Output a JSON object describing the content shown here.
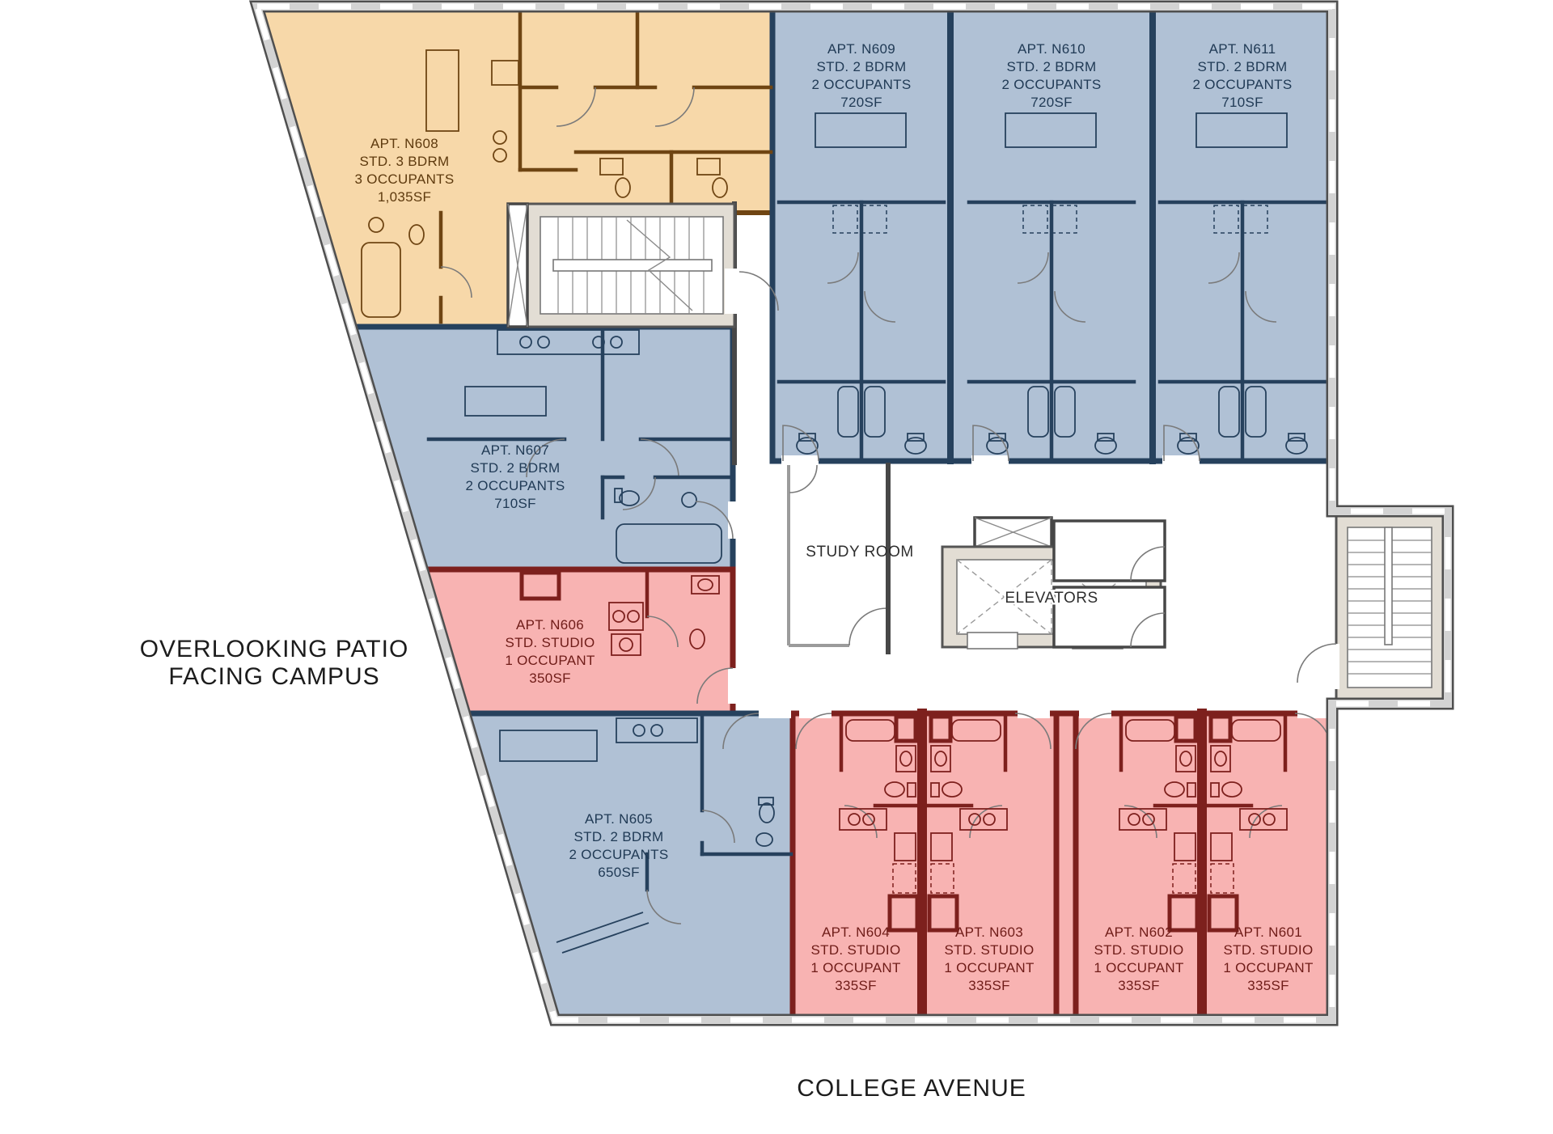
{
  "colors": {
    "unit3_fill": "#f7d8a9",
    "unit3_wall": "#6f4513",
    "unit3_text": "#5e3a0e",
    "unit2_fill": "#b0c1d5",
    "unit2_wall": "#26415d",
    "unit2_text": "#203a55",
    "studio_fill": "#f8b3b2",
    "studio_wall": "#7d201d",
    "studio_text": "#6f1c18",
    "core_wall": "#474747",
    "concrete": "#e2ddd4",
    "partition_glass": "#9b9b9b",
    "annotation_text": "#1c1c1c"
  },
  "apartments": [
    {
      "unit": "APT. N608",
      "type": "STD. 3 BDRM",
      "occupancy": "3 OCCUPANTS",
      "area": "1,035SF"
    },
    {
      "unit": "APT. N609",
      "type": "STD. 2 BDRM",
      "occupancy": "2 OCCUPANTS",
      "area": "720SF"
    },
    {
      "unit": "APT. N610",
      "type": "STD. 2 BDRM",
      "occupancy": "2 OCCUPANTS",
      "area": "720SF"
    },
    {
      "unit": "APT. N611",
      "type": "STD. 2 BDRM",
      "occupancy": "2 OCCUPANTS",
      "area": "710SF"
    },
    {
      "unit": "APT. N607",
      "type": "STD. 2 BDRM",
      "occupancy": "2 OCCUPANTS",
      "area": "710SF"
    },
    {
      "unit": "APT. N606",
      "type": "STD. STUDIO",
      "occupancy": "1 OCCUPANT",
      "area": "350SF"
    },
    {
      "unit": "APT. N605",
      "type": "STD. 2 BDRM",
      "occupancy": "2 OCCUPANTS",
      "area": "650SF"
    },
    {
      "unit": "APT. N604",
      "type": "STD. STUDIO",
      "occupancy": "1 OCCUPANT",
      "area": "335SF"
    },
    {
      "unit": "APT. N603",
      "type": "STD. STUDIO",
      "occupancy": "1 OCCUPANT",
      "area": "335SF"
    },
    {
      "unit": "APT. N602",
      "type": "STD. STUDIO",
      "occupancy": "1 OCCUPANT",
      "area": "335SF"
    },
    {
      "unit": "APT. N601",
      "type": "STD. STUDIO",
      "occupancy": "1 OCCUPANT",
      "area": "335SF"
    }
  ],
  "common_areas": {
    "study_room": "STUDY ROOM",
    "elevators": "ELEVATORS"
  },
  "annotations": {
    "patio_line1": "OVERLOOKING PATIO",
    "patio_line2": "FACING CAMPUS",
    "street": "COLLEGE AVENUE"
  }
}
